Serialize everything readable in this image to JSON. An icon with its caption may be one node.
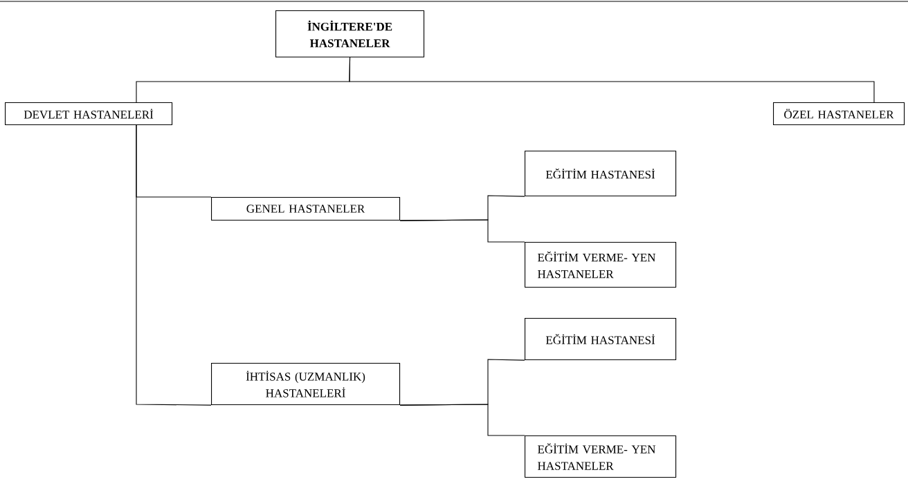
{
  "diagram": {
    "nodes": [
      {
        "text": [
          "İNGİLTERE'DE HASTANELER"
        ]
      },
      {
        "text": [
          "DEVLET HASTANELERİ"
        ]
      },
      {
        "text": [
          "ÖZEL HASTANELER"
        ]
      },
      {
        "text": [
          "GENEL HASTANELER"
        ]
      },
      {
        "text": [
          "EĞİTİM HASTANESİ"
        ]
      },
      {
        "text": [
          "EĞİTİM VERME- YEN HASTANELER"
        ]
      },
      {
        "text": [
          "İHTİSAS (UZMANLIK) HASTANELERİ"
        ]
      },
      {
        "text": [
          "EĞİTİM HASTANESİ"
        ]
      },
      {
        "text": [
          "EĞİTİM VERME- YEN HASTANELER"
        ]
      }
    ],
    "edges": [
      {
        "from": 0,
        "to": 1,
        "arrow": "none"
      },
      {
        "from": 0,
        "to": 2,
        "arrow": "none"
      },
      {
        "from": 1,
        "to": 3,
        "arrow": "none"
      },
      {
        "from": 1,
        "to": 6,
        "arrow": "none"
      },
      {
        "from": 3,
        "to": 4,
        "arrow": "none"
      },
      {
        "from": 3,
        "to": 5,
        "arrow": "none"
      },
      {
        "from": 6,
        "to": 7,
        "arrow": "none"
      },
      {
        "from": 6,
        "to": 8,
        "arrow": "none"
      }
    ]
  }
}
